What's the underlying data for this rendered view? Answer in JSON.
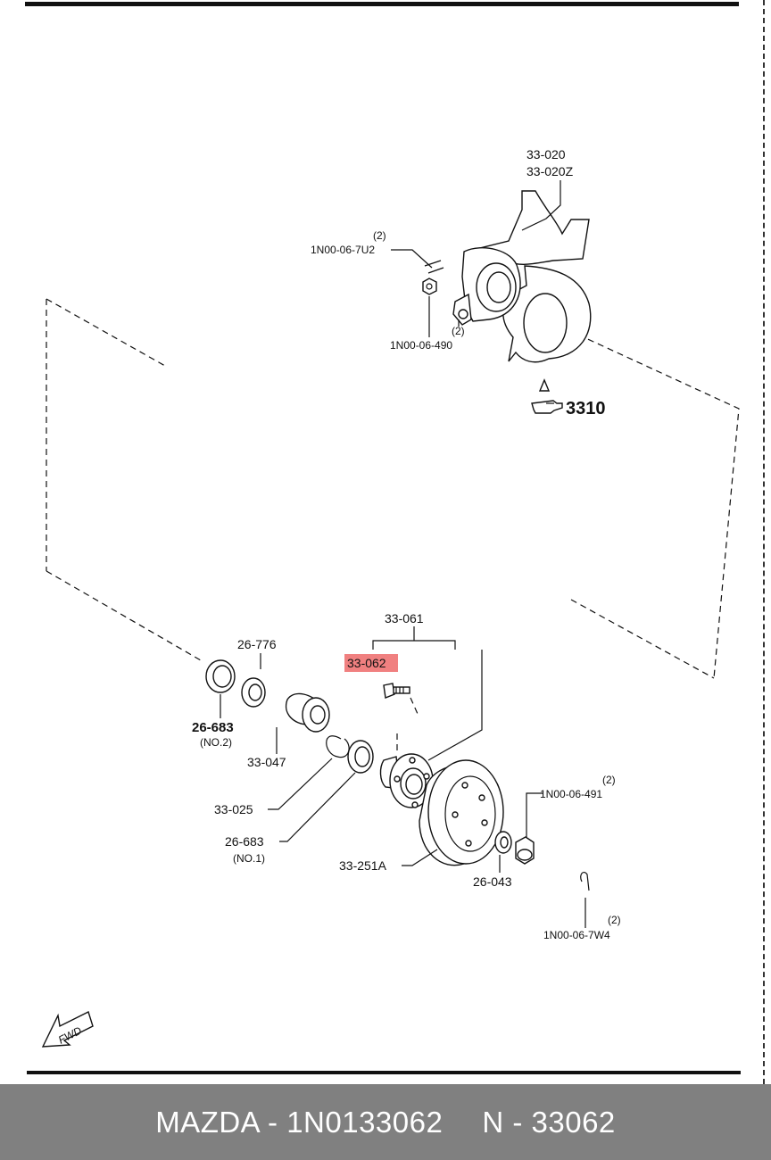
{
  "diagram": {
    "labels": {
      "knuckle_1": "33-020",
      "knuckle_2": "33-020Z",
      "bolt_qty": "(2)",
      "bolt_code": "1N00-06-7U2",
      "nut_qty": "(2)",
      "nut_code": "1N00-06-490",
      "ref_section": "3310",
      "hub_assy": "33-061",
      "hub_bolt": "33-062",
      "seal_top": "26-776",
      "seal_no2": "26-683",
      "seal_no2_note": "(NO.2)",
      "bearing": "33-047",
      "snap_ring": "33-025",
      "seal_no1": "26-683",
      "seal_no1_note": "(NO.1)",
      "disc": "33-251A",
      "washer": "26-043",
      "lock_nut_qty": "(2)",
      "lock_nut_code": "1N00-06-491",
      "pin_qty": "(2)",
      "pin_code": "1N00-06-7W4",
      "fwd": "FWD"
    },
    "highlight_color": "#f08080"
  },
  "caption": {
    "brand_part": "MAZDA - 1N0133062",
    "ref": "N - 33062"
  }
}
